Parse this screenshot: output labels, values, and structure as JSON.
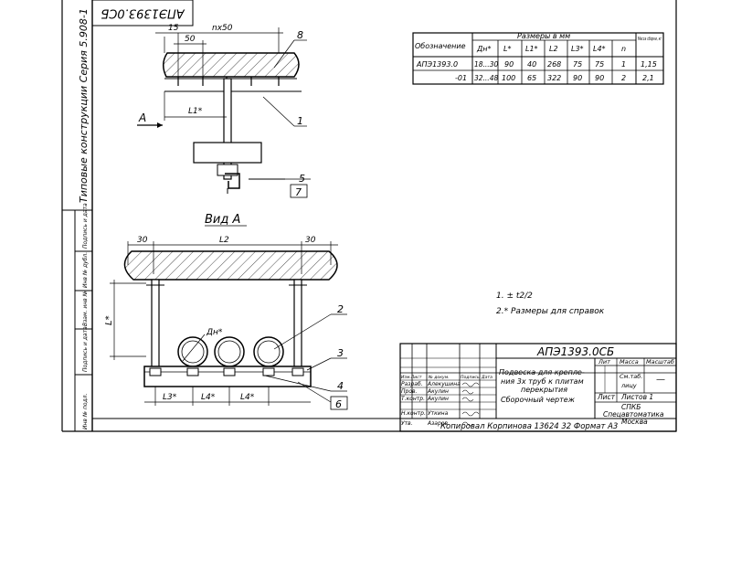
{
  "stamp_rotated": "АПЭ1393.0СБ",
  "series_vertical": "Типовые конструкции   Серия   5.908-1",
  "left_strip_labels": [
    "Инв № подл.",
    "Подпись и дата",
    "Взам. инв №",
    "Инв № дубл.",
    "Подпись и дата"
  ],
  "top_view": {
    "dims": {
      "d15": "15",
      "d50": "50",
      "nx50": "nx50"
    },
    "callouts": {
      "p8": "8",
      "p1": "1",
      "p5": "5",
      "p7": "7"
    },
    "section_label": "А",
    "l1_label": "L1*"
  },
  "view_a": {
    "title": "Вид А",
    "dims": {
      "d30_left": "30",
      "d30_right": "30",
      "l2": "L2",
      "l": "L*",
      "l3": "L3*",
      "l4a": "L4*",
      "l4b": "L4*",
      "dn": "Дн*"
    },
    "callouts": {
      "p2": "2",
      "p3": "3",
      "p4": "4",
      "p6": "6"
    }
  },
  "spec_table": {
    "col1_header": "Обозначение",
    "group_header": "Размеры в мм",
    "mass_header": "Масса сборки, кг",
    "col_headers": [
      "Дн*",
      "L*",
      "L1*",
      "L2",
      "L3*",
      "L4*",
      "n"
    ],
    "rows": [
      {
        "name": "АПЭ1393.0",
        "dn": "18...30",
        "l": "90",
        "l1": "40",
        "l2": "268",
        "l3": "75",
        "l4": "75",
        "n": "1",
        "mass": "1,15"
      },
      {
        "name": "-01",
        "dn": "32...48",
        "l": "100",
        "l1": "65",
        "l2": "322",
        "l3": "90",
        "l4": "90",
        "n": "2",
        "mass": "2,1"
      }
    ]
  },
  "notes": [
    "1. ± t2/2",
    "2.* Размеры для справок"
  ],
  "title_block": {
    "designation": "АПЭ1393.0СБ",
    "name_line1": "Подвеска для крепле-",
    "name_line2": "ния 3х труб к плитам",
    "name_line3": "перекрытия",
    "doc_type": "Сборочный чертеж",
    "hdr_lit": "Лит",
    "hdr_mass": "Масса",
    "hdr_scale": "Масштаб",
    "mass_value": "См.таб.",
    "mass_sub": "лицу",
    "scale_value": "—",
    "sheet_label": "Лист",
    "sheets_label": "Листов 1",
    "org_line1": "СПКБ",
    "org_line2": "Спецавтоматика",
    "org_line3": "Москва",
    "stamp_cols": [
      "Изм.Лист",
      "№ докум.",
      "Подпись",
      "Дата"
    ],
    "people": [
      {
        "role": "Разраб.",
        "name": "Алекушина"
      },
      {
        "role": "Пров.",
        "name": "Акулин"
      },
      {
        "role": "Т.контр.",
        "name": "Акулин"
      },
      {
        "role": "Н.контр.",
        "name": "Уткина"
      },
      {
        "role": "Утв.",
        "name": "Азаров"
      }
    ],
    "footer": "Копировал   Корпинова   13624   32   Формат А3"
  }
}
